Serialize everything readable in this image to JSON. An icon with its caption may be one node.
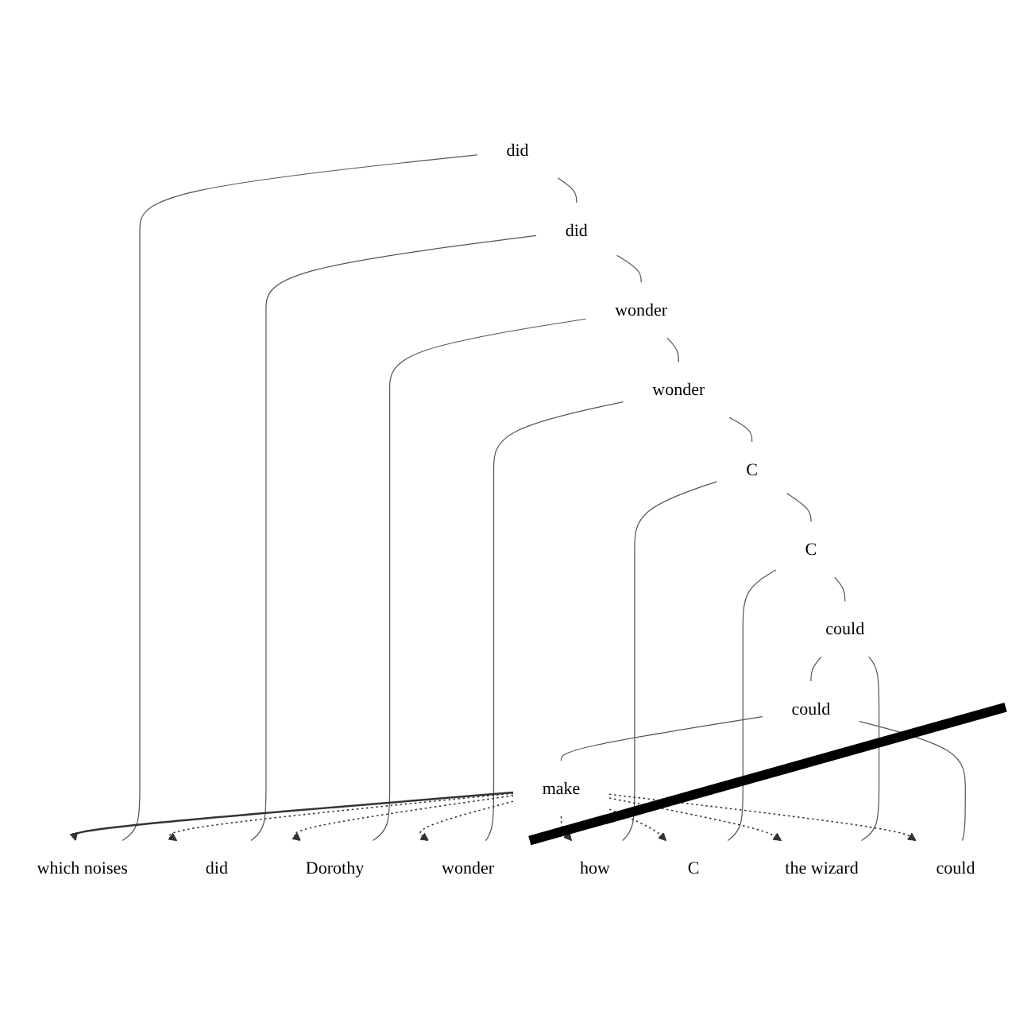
{
  "diagram": {
    "nodes": [
      {
        "text": [
          "did"
        ]
      },
      {
        "text": [
          "which noises"
        ]
      },
      {
        "text": [
          "did"
        ]
      },
      {
        "text": [
          "did"
        ]
      },
      {
        "text": [
          "wonder"
        ]
      },
      {
        "text": [
          "Dorothy"
        ]
      },
      {
        "text": [
          "wonder"
        ]
      },
      {
        "text": [
          "wonder"
        ]
      },
      {
        "text": [
          "C"
        ]
      },
      {
        "text": [
          "how"
        ]
      },
      {
        "text": [
          "C"
        ]
      },
      {
        "text": [
          "C"
        ]
      },
      {
        "text": [
          "could"
        ]
      },
      {
        "text": [
          "the wizard"
        ]
      },
      {
        "text": [
          "could"
        ]
      },
      {
        "text": [
          "could"
        ]
      },
      {
        "text": [
          "make"
        ]
      }
    ],
    "edges": [
      {
        "from": 0,
        "to": 1,
        "arrow": "none"
      },
      {
        "from": 0,
        "to": 2,
        "arrow": "none"
      },
      {
        "from": 2,
        "to": 3,
        "arrow": "none"
      },
      {
        "from": 2,
        "to": 4,
        "arrow": "none"
      },
      {
        "from": 4,
        "to": 5,
        "arrow": "none"
      },
      {
        "from": 4,
        "to": 6,
        "arrow": "none"
      },
      {
        "from": 6,
        "to": 7,
        "arrow": "none"
      },
      {
        "from": 6,
        "to": 8,
        "arrow": "none"
      },
      {
        "from": 8,
        "to": 9,
        "arrow": "none"
      },
      {
        "from": 8,
        "to": 10,
        "arrow": "none"
      },
      {
        "from": 10,
        "to": 11,
        "arrow": "none"
      },
      {
        "from": 10,
        "to": 12,
        "arrow": "none"
      },
      {
        "from": 12,
        "to": 13,
        "arrow": "none"
      },
      {
        "from": 12,
        "to": 14,
        "arrow": "none"
      },
      {
        "from": 14,
        "to": 15,
        "arrow": "none"
      },
      {
        "from": 14,
        "to": 16,
        "arrow": "none"
      },
      {
        "from": 16,
        "to": 1,
        "arrow": "to"
      },
      {
        "from": 16,
        "to": 3,
        "arrow": "to",
        "style": "dashed"
      },
      {
        "from": 16,
        "to": 5,
        "arrow": "to",
        "style": "dashed"
      },
      {
        "from": 16,
        "to": 7,
        "arrow": "to",
        "style": "dashed"
      },
      {
        "from": 16,
        "to": 9,
        "arrow": "to",
        "style": "dashed"
      },
      {
        "from": 16,
        "to": 11,
        "arrow": "to",
        "style": "dashed"
      },
      {
        "from": 16,
        "to": 13,
        "arrow": "to",
        "style": "dashed"
      },
      {
        "from": 16,
        "to": 15,
        "arrow": "to",
        "style": "dashed"
      }
    ]
  }
}
